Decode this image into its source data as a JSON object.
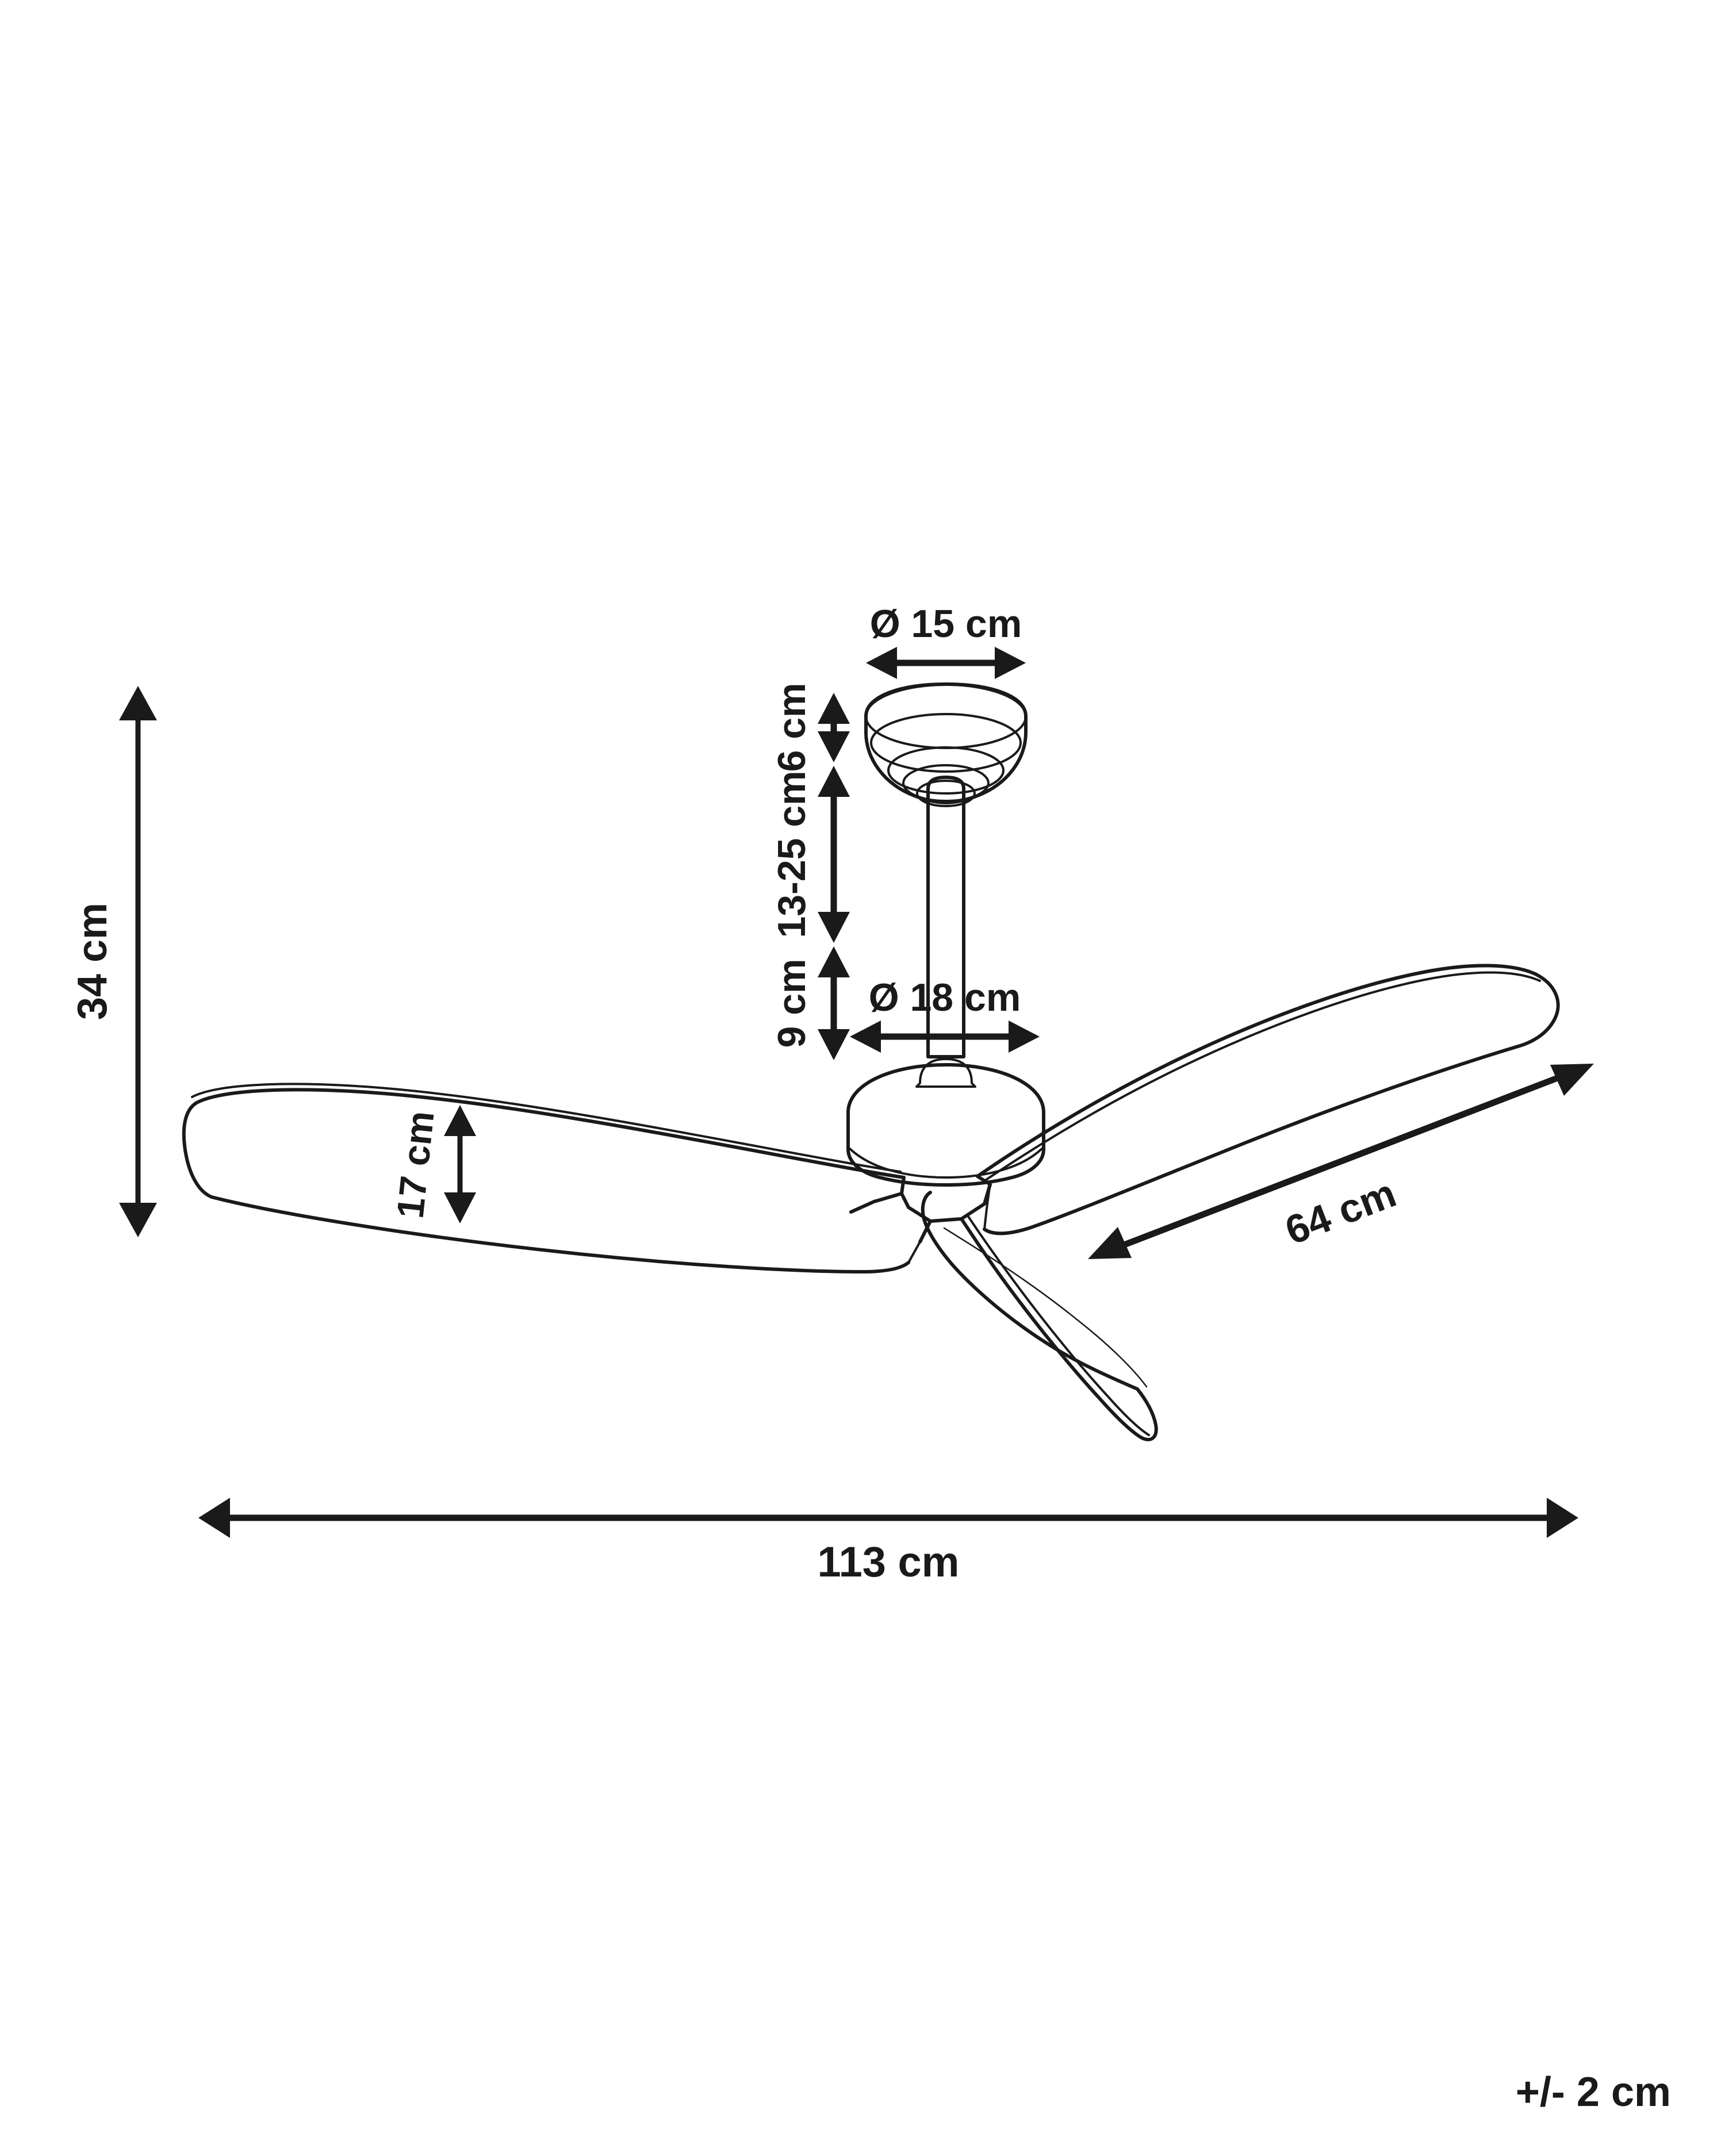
{
  "document": {
    "type": "technical-dimension-drawing",
    "subject": "ceiling-fan",
    "background_color": "#ffffff",
    "line_color": "#1a1a1a",
    "text_color": "#1a1a1a"
  },
  "dimensions": {
    "canopy_diameter": {
      "label": "Ø 15 cm",
      "value": 15,
      "unit": "cm",
      "symbol": "Ø",
      "orientation": "horizontal",
      "target": "ceiling-canopy"
    },
    "canopy_height": {
      "label": "6 cm",
      "value": 6,
      "unit": "cm",
      "orientation": "vertical",
      "target": "ceiling-canopy"
    },
    "downrod_length": {
      "label": "13-25 cm",
      "value_min": 13,
      "value_max": 25,
      "unit": "cm",
      "orientation": "vertical",
      "target": "downrod"
    },
    "motor_housing_height": {
      "label": "9 cm",
      "value": 9,
      "unit": "cm",
      "orientation": "vertical",
      "target": "motor-housing"
    },
    "motor_housing_diameter": {
      "label": "Ø 18 cm",
      "value": 18,
      "unit": "cm",
      "symbol": "Ø",
      "orientation": "horizontal",
      "target": "motor-housing"
    },
    "total_height": {
      "label": "34 cm",
      "value": 34,
      "unit": "cm",
      "orientation": "vertical",
      "target": "overall-assembly"
    },
    "blade_width": {
      "label": "17 cm",
      "value": 17,
      "unit": "cm",
      "orientation": "vertical-rotated",
      "target": "fan-blade"
    },
    "blade_length": {
      "label": "64 cm",
      "value": 64,
      "unit": "cm",
      "orientation": "diagonal",
      "target": "fan-blade"
    },
    "blade_span": {
      "label": "113 cm",
      "value": 113,
      "unit": "cm",
      "orientation": "horizontal",
      "target": "blade-sweep-diameter"
    }
  },
  "tolerance_note": {
    "label": "+/- 2 cm",
    "value": 2,
    "unit": "cm"
  }
}
